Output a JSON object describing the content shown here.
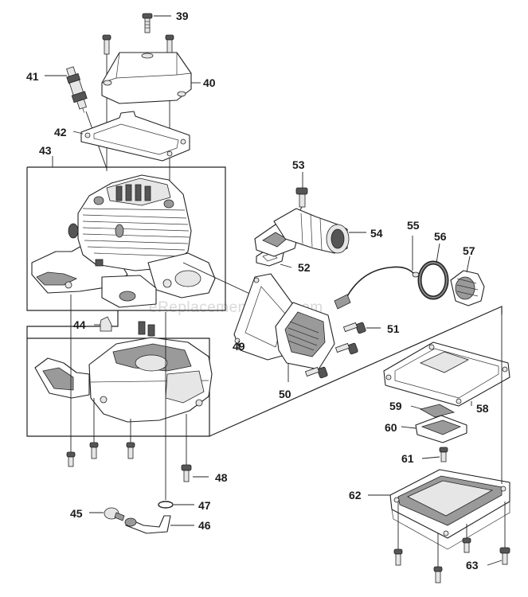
{
  "watermark": "eReplacementParts.com",
  "parts": {
    "p39": "39",
    "p40": "40",
    "p41": "41",
    "p42": "42",
    "p43": "43",
    "p44": "44",
    "p45": "45",
    "p46": "46",
    "p47": "47",
    "p48": "48",
    "p49": "49",
    "p50": "50",
    "p51": "51",
    "p52": "52",
    "p53": "53",
    "p54": "54",
    "p55": "55",
    "p56": "56",
    "p57": "57",
    "p58": "58",
    "p59": "59",
    "p60": "60",
    "p61": "61",
    "p62": "62",
    "p63": "63"
  }
}
